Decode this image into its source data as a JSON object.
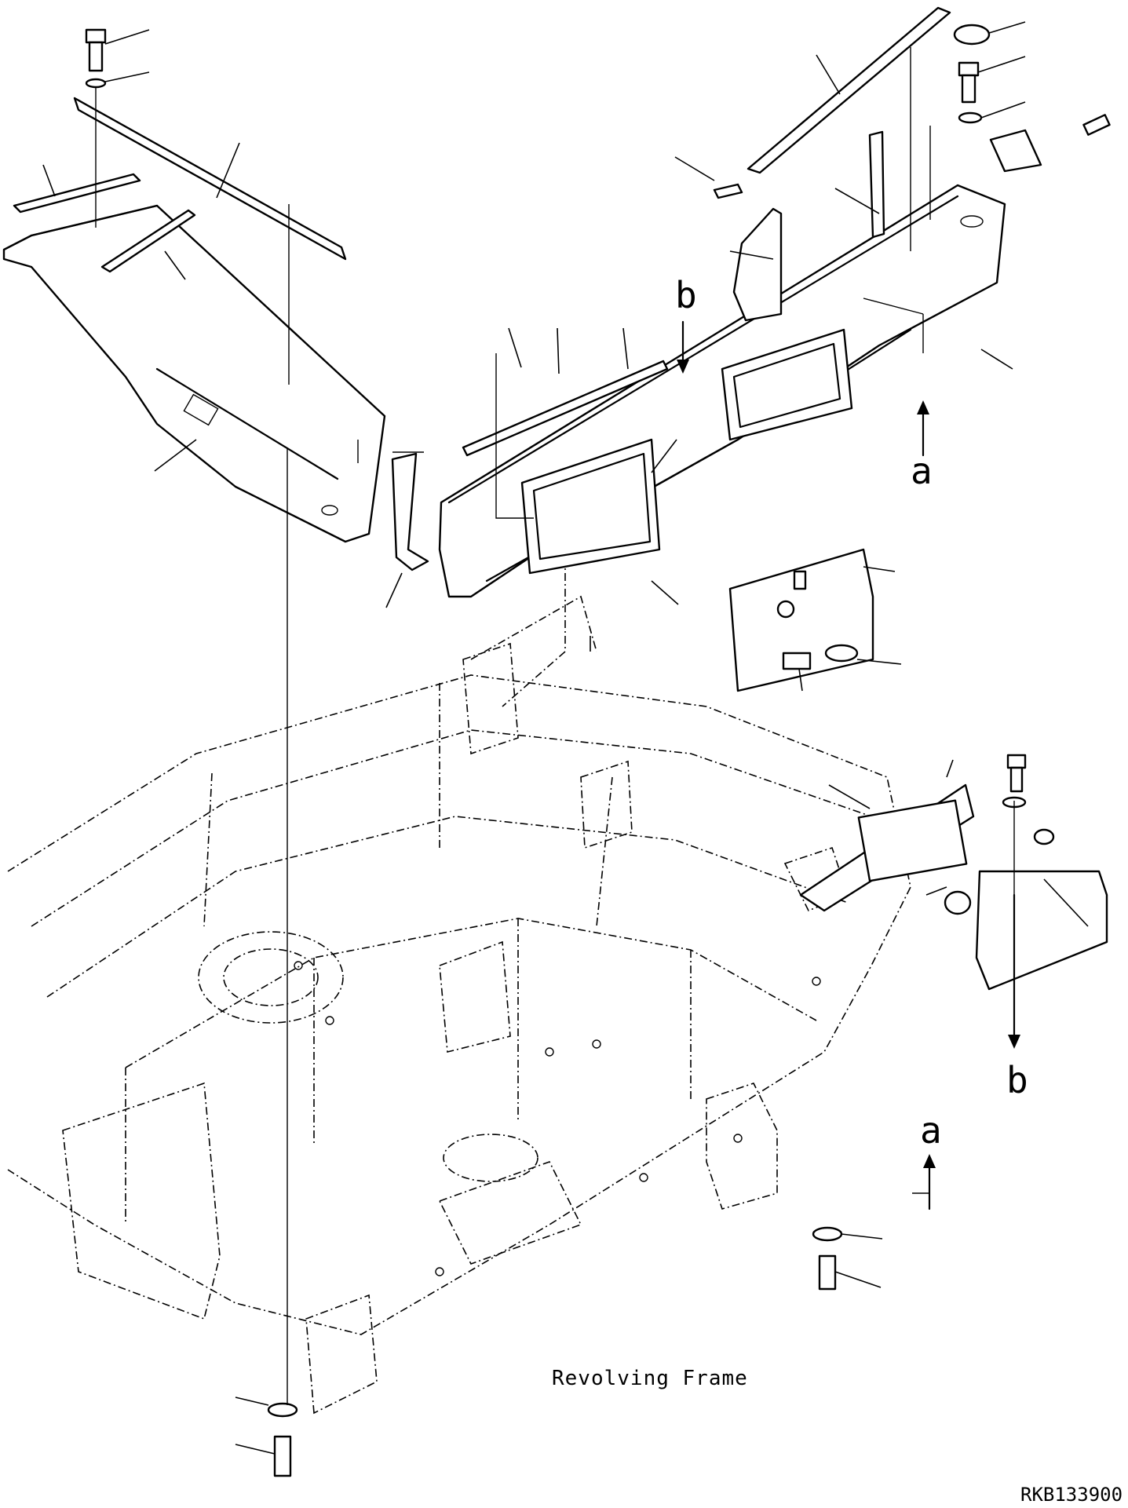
{
  "diagram": {
    "frame_label": "Revolving Frame",
    "drawing_code": "RKB133900",
    "arrow_labels": {
      "a_upper": "a",
      "a_lower": "a",
      "b_upper": "b",
      "b_lower": "b"
    }
  }
}
